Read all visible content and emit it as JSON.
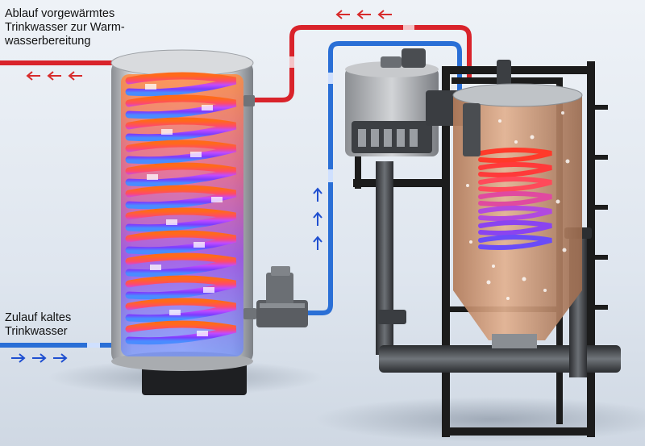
{
  "labels": {
    "outlet": {
      "line1": "Ablauf vorgewärmtes",
      "line2": "Trinkwasser zur Warm-",
      "line3": "wasserbereitung"
    },
    "inlet": {
      "line1": "Zulauf kaltes",
      "line2": "Trinkwasser"
    }
  },
  "icons": {
    "hot_flow": "arrow-left-icon",
    "cold_flow": "arrow-right-icon",
    "cold_rise": "arrow-up-icon"
  },
  "colors": {
    "hot": "#d9232b",
    "cold": "#2a6fd6",
    "arrow_hot": "#d72b2b",
    "arrow_cold": "#1f4fd0",
    "frame": "#1c1c1c",
    "tank_metal": "#c9ccd0",
    "tank_water": "#d8a07a"
  }
}
